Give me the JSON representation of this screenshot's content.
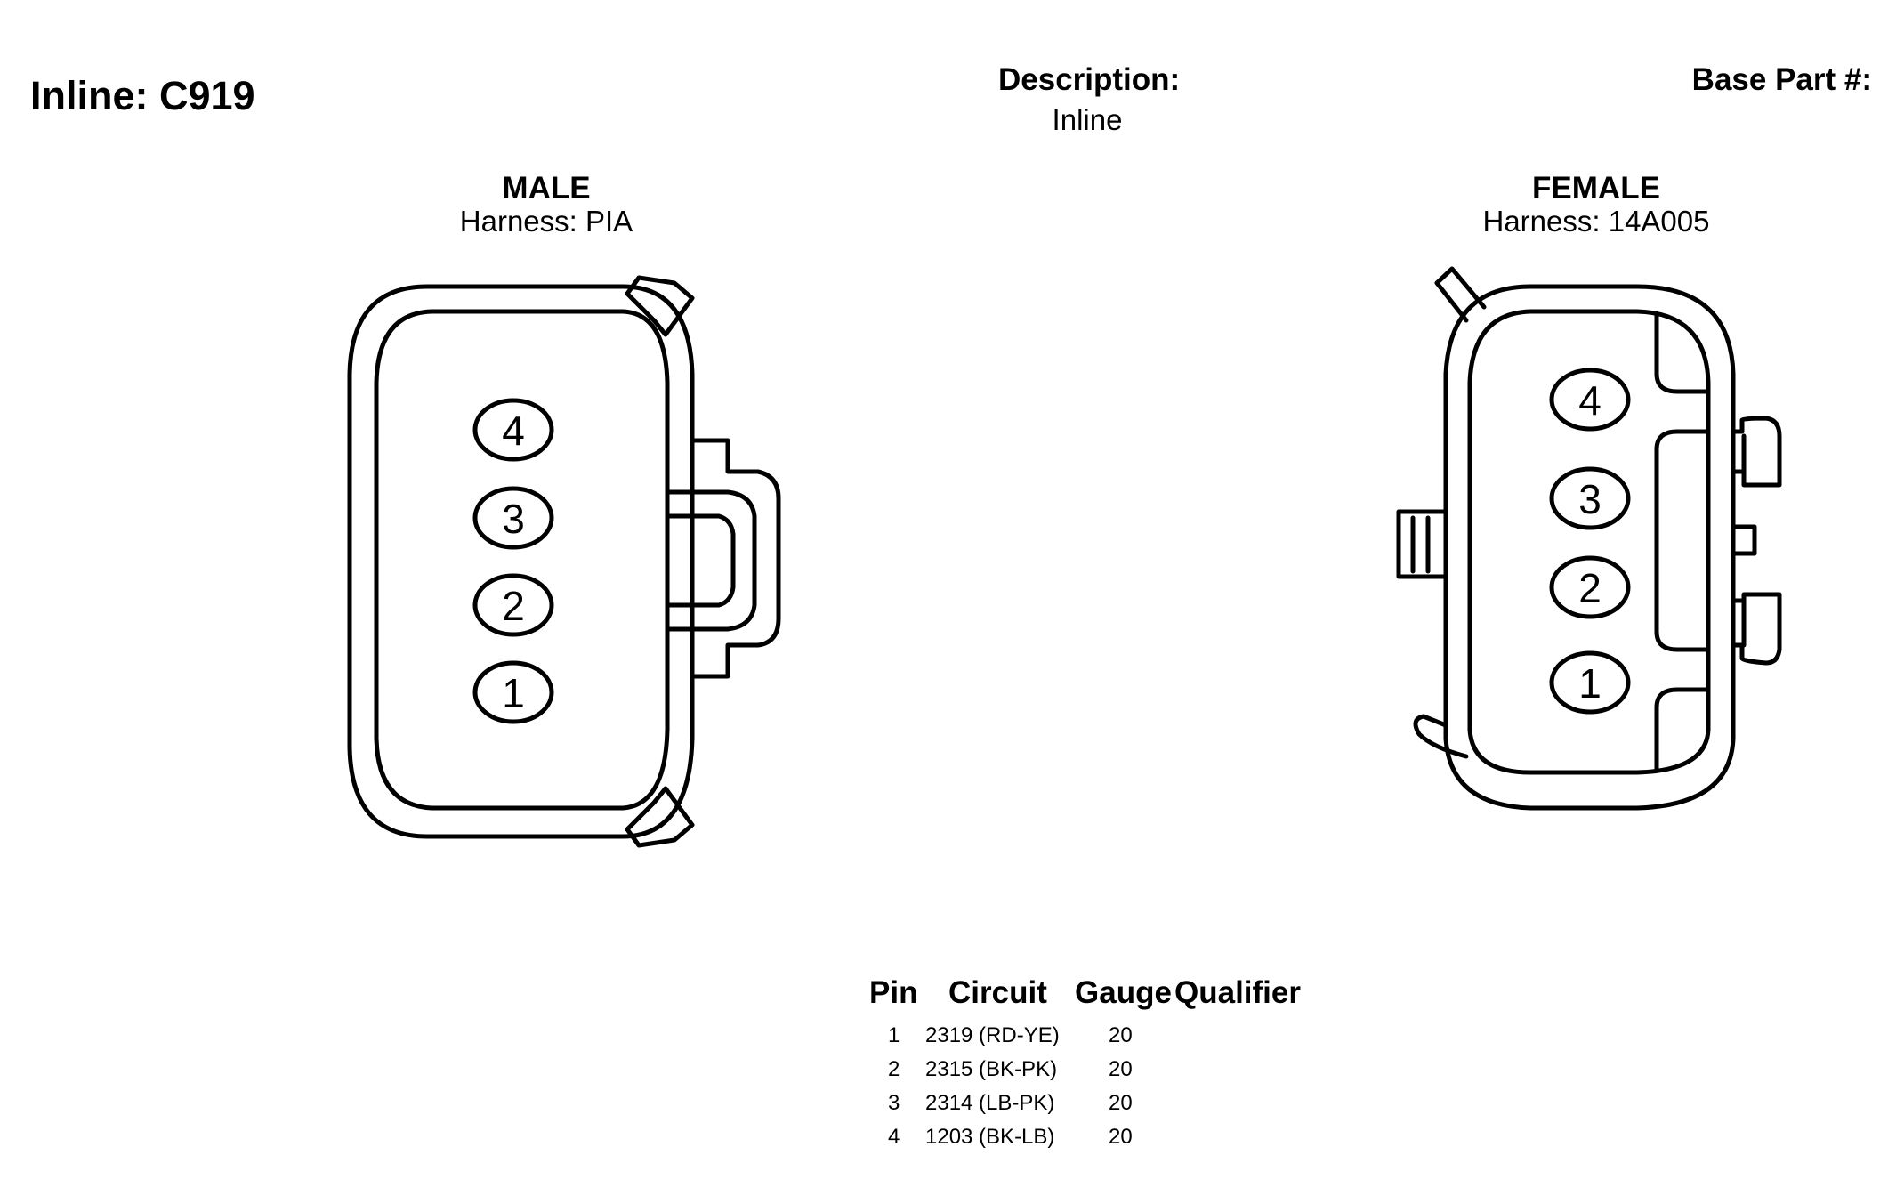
{
  "header": {
    "title": "Inline: C919",
    "description_label": "Description:",
    "description_value": "Inline",
    "base_part_label": "Base Part #:"
  },
  "connectors": {
    "male": {
      "title": "MALE",
      "harness": "Harness: PIA",
      "pins": [
        "4",
        "3",
        "2",
        "1"
      ]
    },
    "female": {
      "title": "FEMALE",
      "harness": "Harness: 14A005",
      "pins": [
        "4",
        "3",
        "2",
        "1"
      ]
    }
  },
  "pin_table": {
    "headers": {
      "pin": "Pin",
      "circuit": "Circuit",
      "gauge": "Gauge",
      "qualifier": "Qualifier"
    },
    "rows": [
      {
        "pin": "1",
        "circuit": "2319 (RD-YE)",
        "gauge": "20",
        "qualifier": ""
      },
      {
        "pin": "2",
        "circuit": "2315 (BK-PK)",
        "gauge": "20",
        "qualifier": ""
      },
      {
        "pin": "3",
        "circuit": "2314 (LB-PK)",
        "gauge": "20",
        "qualifier": ""
      },
      {
        "pin": "4",
        "circuit": "1203 (BK-LB)",
        "gauge": "20",
        "qualifier": ""
      }
    ]
  }
}
